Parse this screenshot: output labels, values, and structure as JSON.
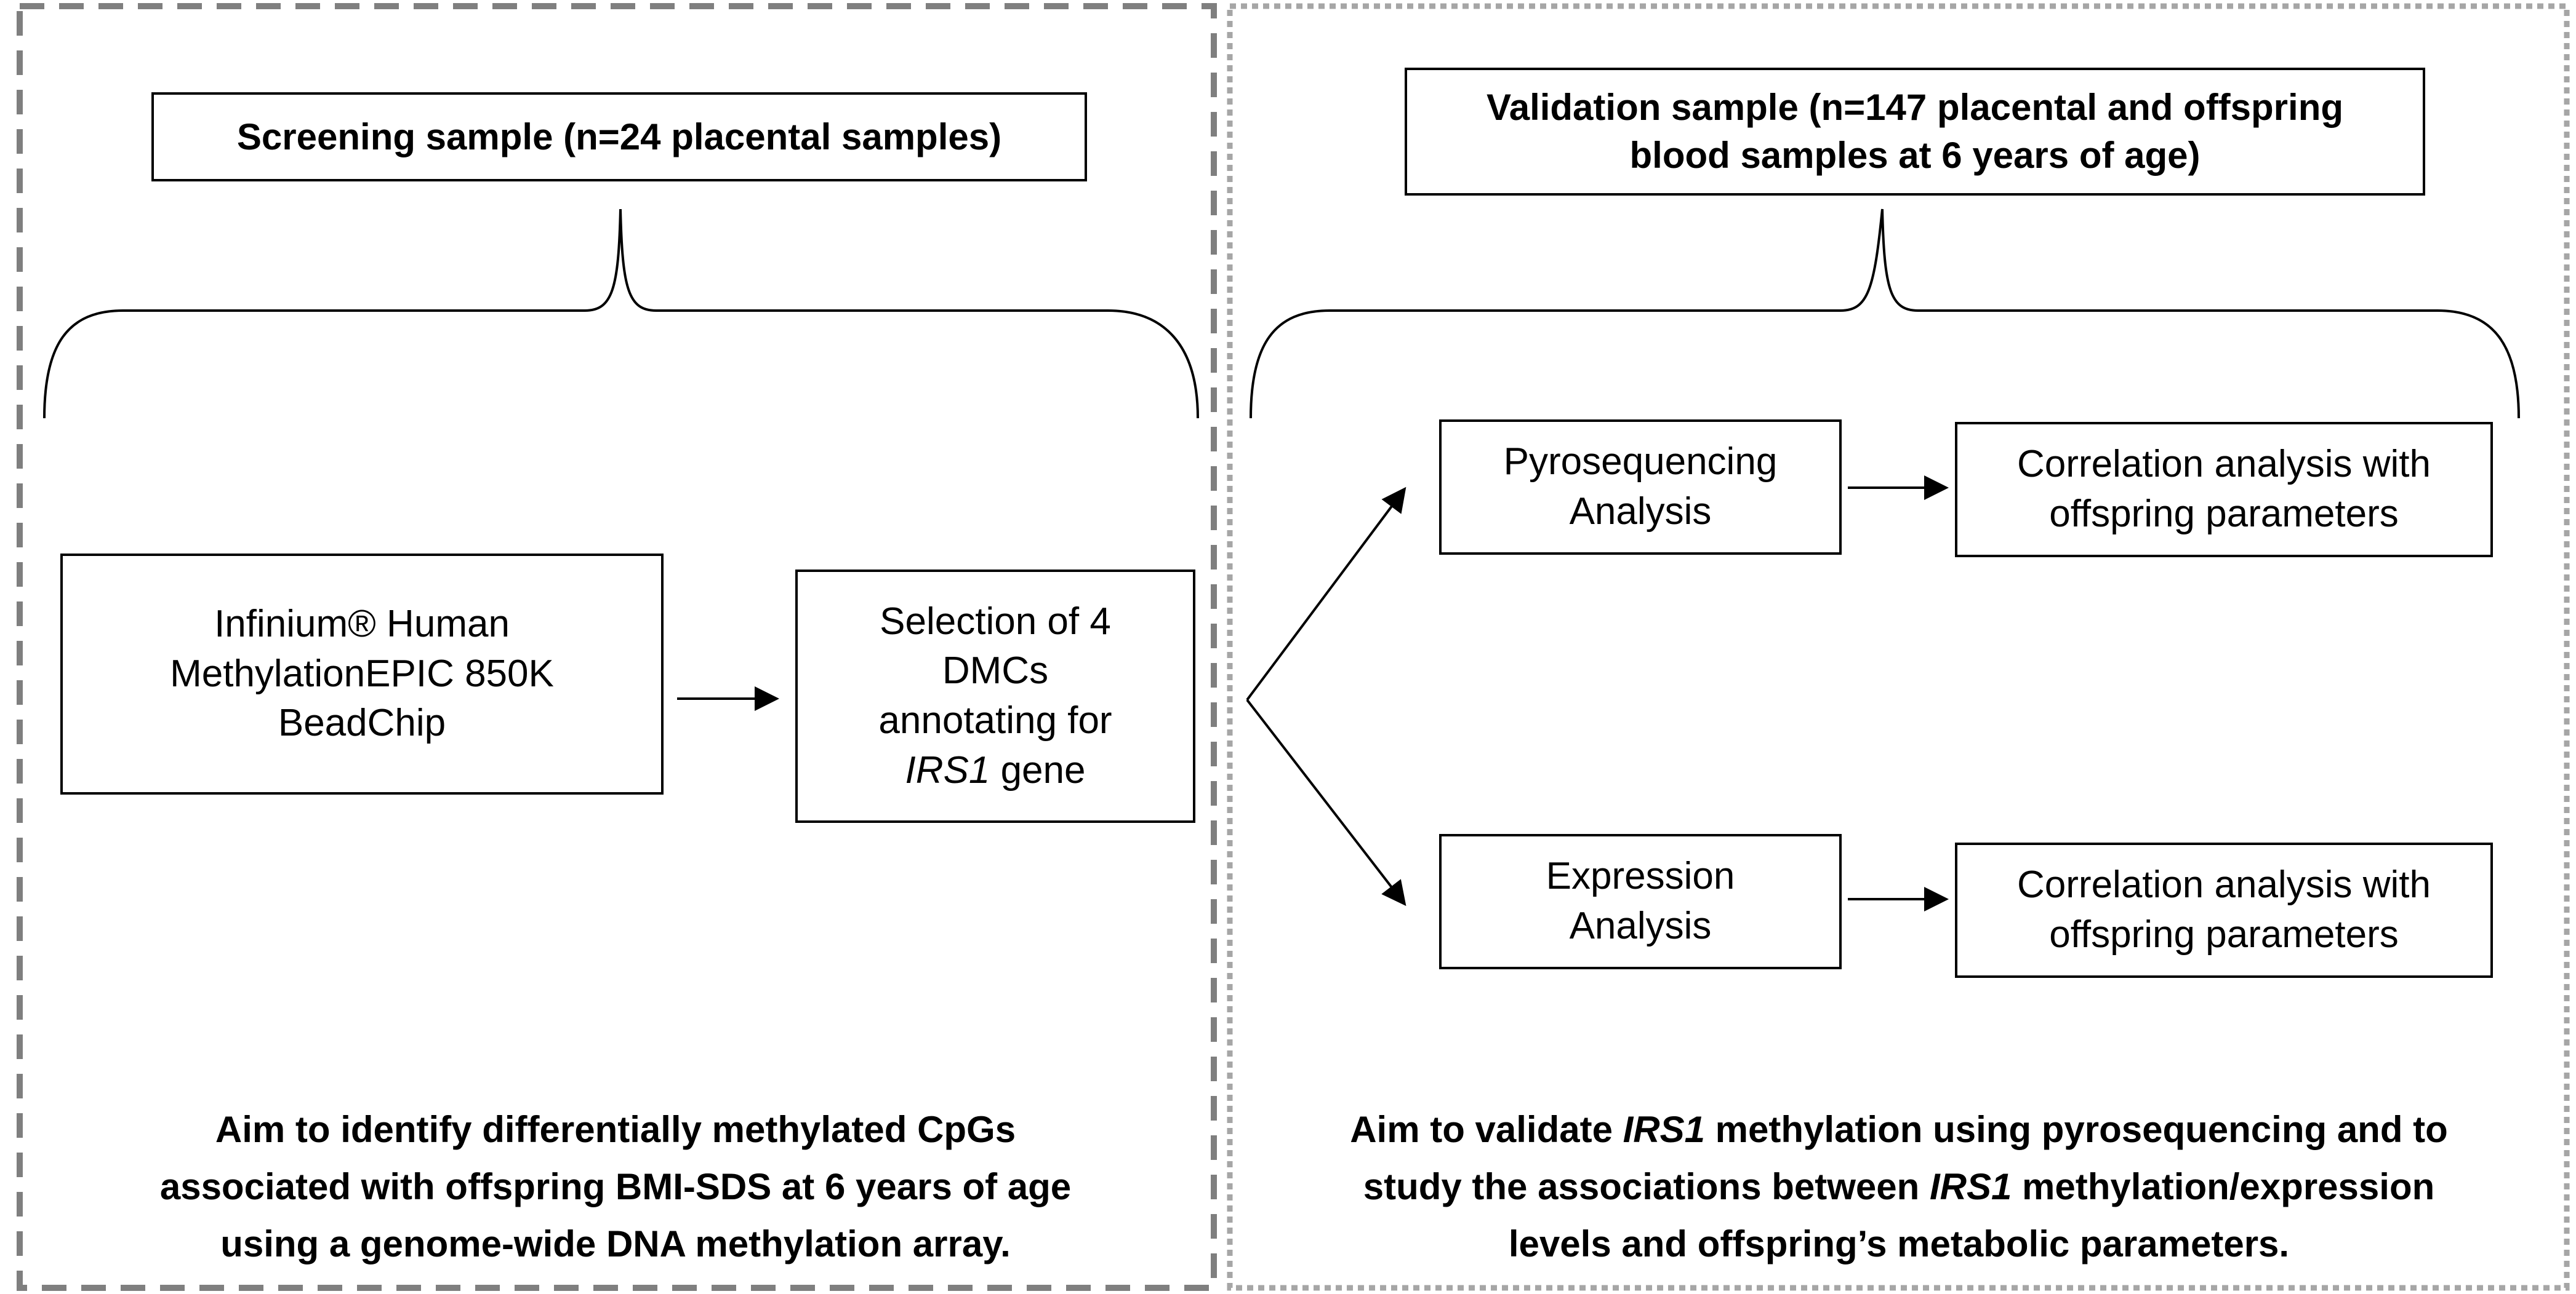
{
  "panels": {
    "screening": {
      "title": "Screening sample (n=24 placental samples)",
      "box_platform": {
        "line1": "Infinium® Human",
        "line2": "MethylationEPIC 850K",
        "line3": "BeadChip"
      },
      "box_selection": {
        "line1": "Selection of 4",
        "line2": "DMCs",
        "line3": "annotating for",
        "gene": "IRS1",
        "gene_suffix": " gene"
      },
      "aim": {
        "line1": "Aim to identify differentially methylated CpGs",
        "line2": "associated with offspring BMI-SDS at 6 years of age",
        "line3": "using a genome-wide DNA methylation array."
      }
    },
    "validation": {
      "title_line1": "Validation sample (n=147 placental and offspring",
      "title_line2": "blood samples at 6 years of age)",
      "box_pyro": {
        "line1": "Pyrosequencing",
        "line2": "Analysis"
      },
      "box_corr1": {
        "line1": "Correlation analysis with",
        "line2": "offspring parameters"
      },
      "box_expr": {
        "line1": "Expression",
        "line2": "Analysis"
      },
      "box_corr2": {
        "line1": "Correlation analysis with",
        "line2": "offspring parameters"
      },
      "aim": {
        "line1_prefix": "Aim to validate ",
        "gene": "IRS1",
        "line1_suffix": " methylation using pyrosequencing and to",
        "line2_prefix": "study the associations between ",
        "line2_gene": "IRS1",
        "line2_suffix": " methylation/expression",
        "line3": "levels and offspring’s metabolic parameters."
      }
    }
  },
  "colors": {
    "left_border": "#7f7f7f",
    "right_border": "#a6a6a6",
    "line": "#000000"
  }
}
